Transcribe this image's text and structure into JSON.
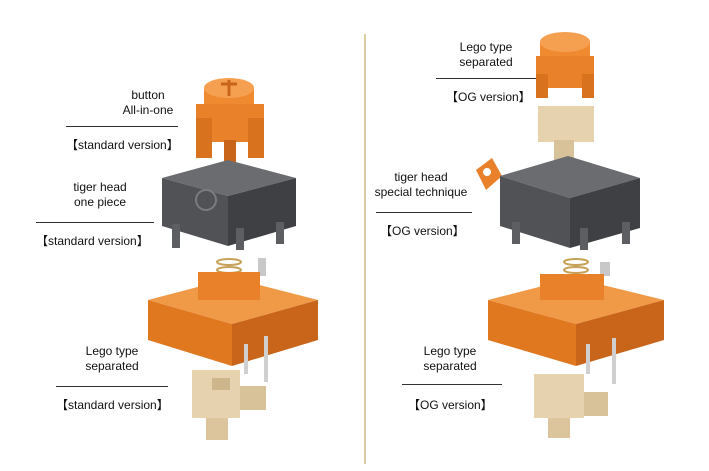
{
  "left": {
    "button_label": [
      "button",
      "All-in-one"
    ],
    "button_version": "【standard version】",
    "housing_label": [
      "tiger head",
      "one piece"
    ],
    "housing_version": "【standard version】",
    "bottom_label": [
      "Lego type",
      "separated"
    ],
    "bottom_version": "【standard version】"
  },
  "right": {
    "top_label": [
      "Lego type",
      "separated"
    ],
    "top_version": "【OG version】",
    "housing_label": [
      "tiger head",
      "special technique"
    ],
    "housing_version": "【OG version】",
    "bottom_label": [
      "Lego type",
      "separated"
    ],
    "bottom_version": "【OG version】"
  },
  "colors": {
    "orange": "#e8812a",
    "orange_dark": "#c9651a",
    "smoke": "#5c5e62",
    "smoke_dark": "#3e4044",
    "beige": "#e6d2ae",
    "divider": "#d8cca0"
  }
}
